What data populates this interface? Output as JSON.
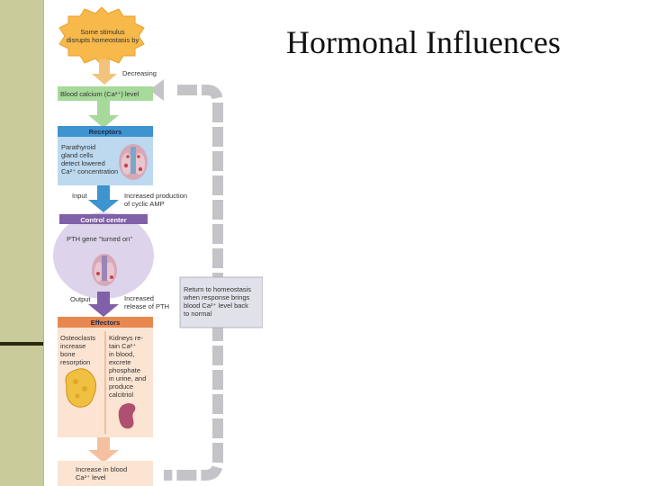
{
  "slide": {
    "title": "Hormonal Influences"
  },
  "diagram": {
    "stimulus": [
      "Some stimulus",
      "disrupts homeostasis by"
    ],
    "decreasing": "Decreasing",
    "level_label": "Blood calcium (Ca²⁺) level",
    "receptors": {
      "header": "Receptors",
      "text": [
        "Parathyroid",
        "gland cells",
        "detect lowered",
        "Ca²⁺ concentration"
      ]
    },
    "input": {
      "label": "Input",
      "desc": [
        "Increased production",
        "of cyclic AMP"
      ]
    },
    "control": {
      "header": "Control center",
      "text": "PTH gene \"turned on\""
    },
    "output": {
      "label": "Output",
      "desc": [
        "Increased",
        "release of PTH"
      ]
    },
    "return_box": [
      "Return to homeostasis",
      "when response brings",
      "blood Ca²⁺ level back",
      "to normal"
    ],
    "effectors": {
      "header": "Effectors",
      "left": [
        "Osteoclasts",
        "increase",
        "bone",
        "resorption"
      ],
      "right": [
        "Kidneys re-",
        "tain Ca²⁺",
        "in blood,",
        "excrete",
        "phosphate",
        "in urine, and",
        "produce",
        "calcitriol"
      ]
    },
    "result": [
      "Increase in blood",
      "Ca²⁺ level"
    ]
  }
}
